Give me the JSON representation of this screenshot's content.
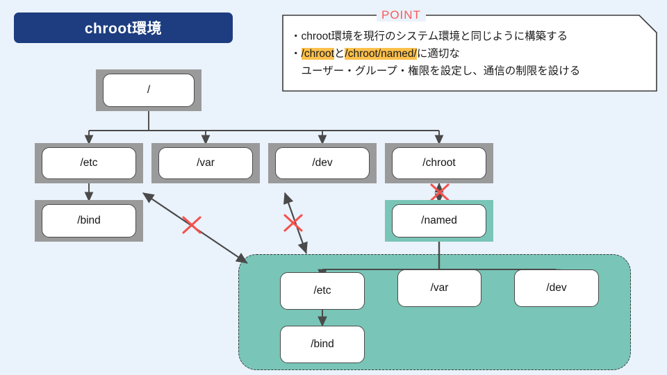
{
  "title": {
    "text": "chroot環境",
    "bg_color": "#1d3d80",
    "text_color": "#ffffff"
  },
  "point_box": {
    "label": "POINT",
    "label_color": "#fb5a5a",
    "highlight_color": "#fcc04b",
    "lines": [
      {
        "prefix": "・chroot環境を現行のシステム環境と同じように構築する"
      },
      {
        "prefix": "・",
        "hl1": "/chroot",
        "mid": "と",
        "hl2": "/chroot/named/",
        "suffix": "に適切な"
      },
      {
        "prefix": "　ユーザー・グループ・権限を設定し、通信の制限を設ける"
      }
    ]
  },
  "colors": {
    "background": "#eaf2fb",
    "node_shadow_gray": "#9a9a9a",
    "node_shadow_teal": "#79c5b7",
    "group_teal": "#79c5b7",
    "connector": "#4a4a4a",
    "x_mark": "#f4524d"
  },
  "host_tree": {
    "root": {
      "label": "/"
    },
    "children": [
      {
        "label": "/etc"
      },
      {
        "label": "/var"
      },
      {
        "label": "/dev"
      },
      {
        "label": "/chroot"
      }
    ],
    "etc_child": {
      "label": "/bind"
    },
    "chroot_child": {
      "label": "/named"
    }
  },
  "chroot_tree": {
    "children": [
      {
        "label": "/etc"
      },
      {
        "label": "/var"
      },
      {
        "label": "/dev"
      }
    ],
    "etc_child": {
      "label": "/bind"
    }
  },
  "blocked_links": [
    {
      "name": "chroot-to-named-blocked"
    },
    {
      "name": "bind-to-group-blocked"
    },
    {
      "name": "dev-to-group-blocked"
    }
  ]
}
